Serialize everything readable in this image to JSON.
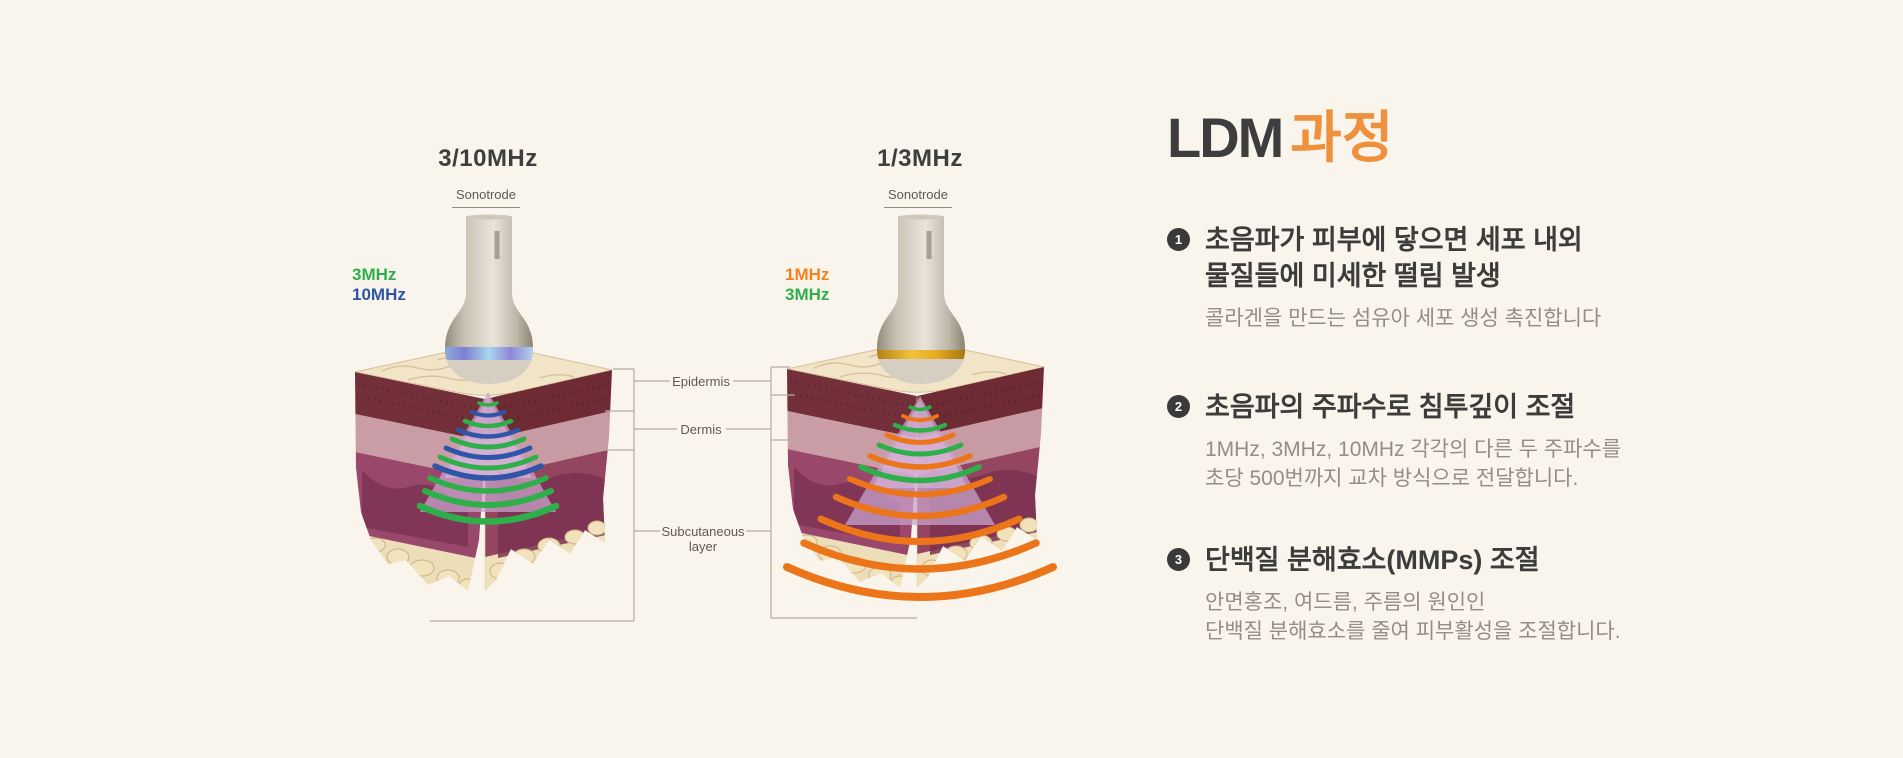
{
  "colors": {
    "background": "#FAF5EC",
    "title_accent_orange": "#EF913C",
    "text_dark": "#3C3C3C",
    "text_muted_gray": "#938D85",
    "freq_green": "#2FAF4A",
    "freq_blue": "#2F55A6",
    "freq_orange": "#F5821F",
    "arc_orange": "#ED7519",
    "device_gold_band": "#E8AC20"
  },
  "diagram_left": {
    "title": "3/10MHz",
    "device_label": "Sonotrode",
    "freq_line1": "3MHz",
    "freq_line2": "10MHz"
  },
  "diagram_right": {
    "title": "1/3MHz",
    "device_label": "Sonotrode",
    "freq_line1": "1MHz",
    "freq_line2": "3MHz"
  },
  "layer_labels": {
    "epidermis": "Epidermis",
    "dermis": "Dermis",
    "subcutaneous_line1": "Subcutaneous",
    "subcutaneous_line2": "layer"
  },
  "content": {
    "title_en": "LDM",
    "title_ko": "과정",
    "items": [
      {
        "number": "1",
        "heading_line1": "초음파가 피부에 닿으면 세포 내외",
        "heading_line2": "물질들에 미세한 떨림 발생",
        "desc_line1": "콜라겐을 만드는 섬유아 세포 생성 촉진합니다"
      },
      {
        "number": "2",
        "heading_line1": "초음파의 주파수로 침투깊이 조절",
        "desc_line1": "1MHz, 3MHz, 10MHz 각각의 다른 두 주파수를",
        "desc_line2": "초당 500번까지 교차 방식으로 전달합니다."
      },
      {
        "number": "3",
        "heading_line1": "단백질 분해효소(MMPs) 조절",
        "desc_line1": "안면홍조, 여드름, 주름의 원인인",
        "desc_line2": "단백질 분해효소를 줄여 피부활성을 조절합니다."
      }
    ]
  }
}
